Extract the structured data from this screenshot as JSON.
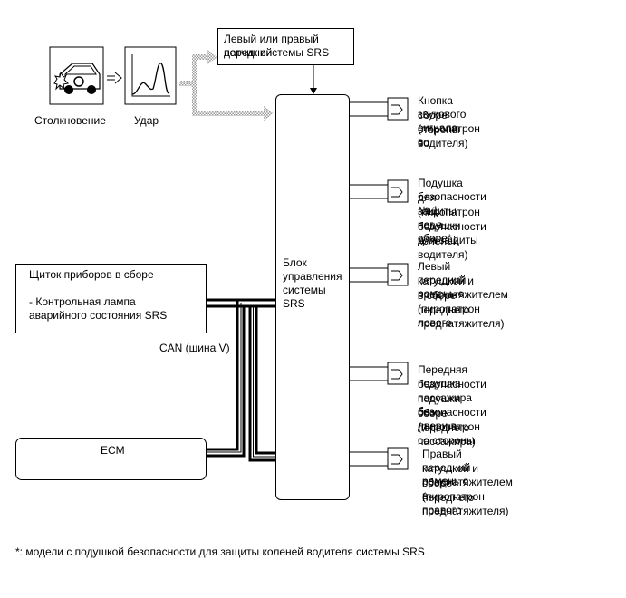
{
  "sensor": {
    "line1": "Левый или правый передний",
    "line2": "датчик системы SRS"
  },
  "collision_label": "Столкновение",
  "impact_label": "Удар",
  "cluster": {
    "title": "Щиток приборов в сборе",
    "line1": "- Контрольная лампа",
    "line2": "аварийного состояния SRS"
  },
  "can_label": "CAN (шина V)",
  "ecm_label": "ECM",
  "center_unit": {
    "line1": "Блок",
    "line2": "управления",
    "line3": "системы",
    "line4": "SRS"
  },
  "outputs": [
    {
      "lines": [
        "Кнопка звукового сигнала в",
        "сборе (пиропатрон со",
        "стороны водителя)"
      ]
    },
    {
      "lines": [
        "Подушка безопасности № 1",
        "для защиты ног в сборе*",
        "(пиропатрон подушки",
        "безопасности для защиты",
        "коленей водителя)"
      ]
    },
    {
      "lines": [
        "Левый передний ремень с",
        "катушкой и преднатяжителем",
        "в сборе (пиропатрон левого",
        "переднего преднатяжителя)"
      ]
    },
    {
      "lines": [
        "Передняя подушка",
        "безопасности пассажира без",
        "подушки безопасности двери в",
        "сборе (пиропатрон со стороны",
        "переднего пассажира)"
      ]
    },
    {
      "lines": [
        "Правый передний ремень с",
        "катушкой и преднатяжителем в",
        "сборе (пиропатрон правого",
        "переднего преднатяжителя)"
      ]
    }
  ],
  "footnote": "*: модели с подушкой безопасности для защиты коленей водителя системы SRS"
}
